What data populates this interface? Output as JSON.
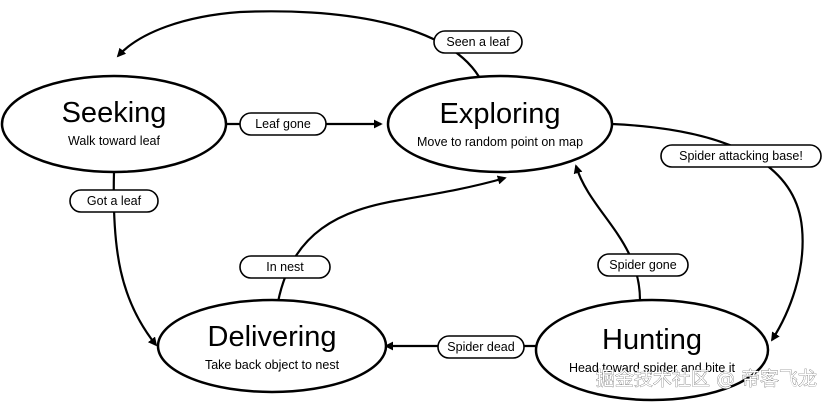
{
  "states": {
    "seeking": {
      "title": "Seeking",
      "desc": "Walk toward leaf"
    },
    "exploring": {
      "title": "Exploring",
      "desc": "Move to random point on map"
    },
    "delivering": {
      "title": "Delivering",
      "desc": "Take back object to nest"
    },
    "hunting": {
      "title": "Hunting",
      "desc": "Head toward spider and bite it"
    }
  },
  "transitions": {
    "seen_a_leaf": "Seen a leaf",
    "leaf_gone": "Leaf gone",
    "spider_attacking_base": "Spider attacking base!",
    "got_a_leaf": "Got a leaf",
    "in_nest": "In nest",
    "spider_gone": "Spider gone",
    "spider_dead": "Spider dead"
  },
  "watermark": "掘金技术社区 @ 帝客飞龙",
  "colors": {
    "stroke": "#000000",
    "fill": "#ffffff"
  }
}
